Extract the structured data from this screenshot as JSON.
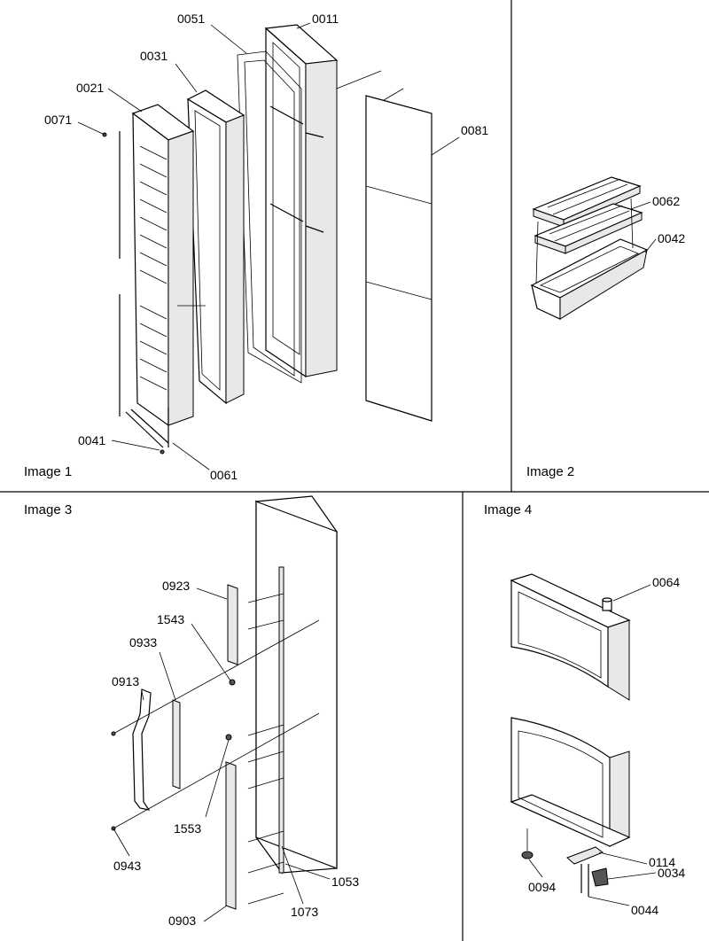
{
  "panels": [
    {
      "caption": "Image 1"
    },
    {
      "caption": "Image 2"
    },
    {
      "caption": "Image 3"
    },
    {
      "caption": "Image 4"
    }
  ],
  "parts": {
    "p0051": "0051",
    "p0011": "0011",
    "p0031": "0031",
    "p0021": "0021",
    "p0071": "0071",
    "p0081": "0081",
    "p0041": "0041",
    "p0061": "0061",
    "p0062": "0062",
    "p0042": "0042",
    "p0923": "0923",
    "p1543": "1543",
    "p0933": "0933",
    "p0913": "0913",
    "p1553": "1553",
    "p0943": "0943",
    "p0903": "0903",
    "p1073": "1073",
    "p1053": "1053",
    "p0064": "0064",
    "p0094": "0094",
    "p0114": "0114",
    "p0034": "0034",
    "p0044": "0044"
  }
}
